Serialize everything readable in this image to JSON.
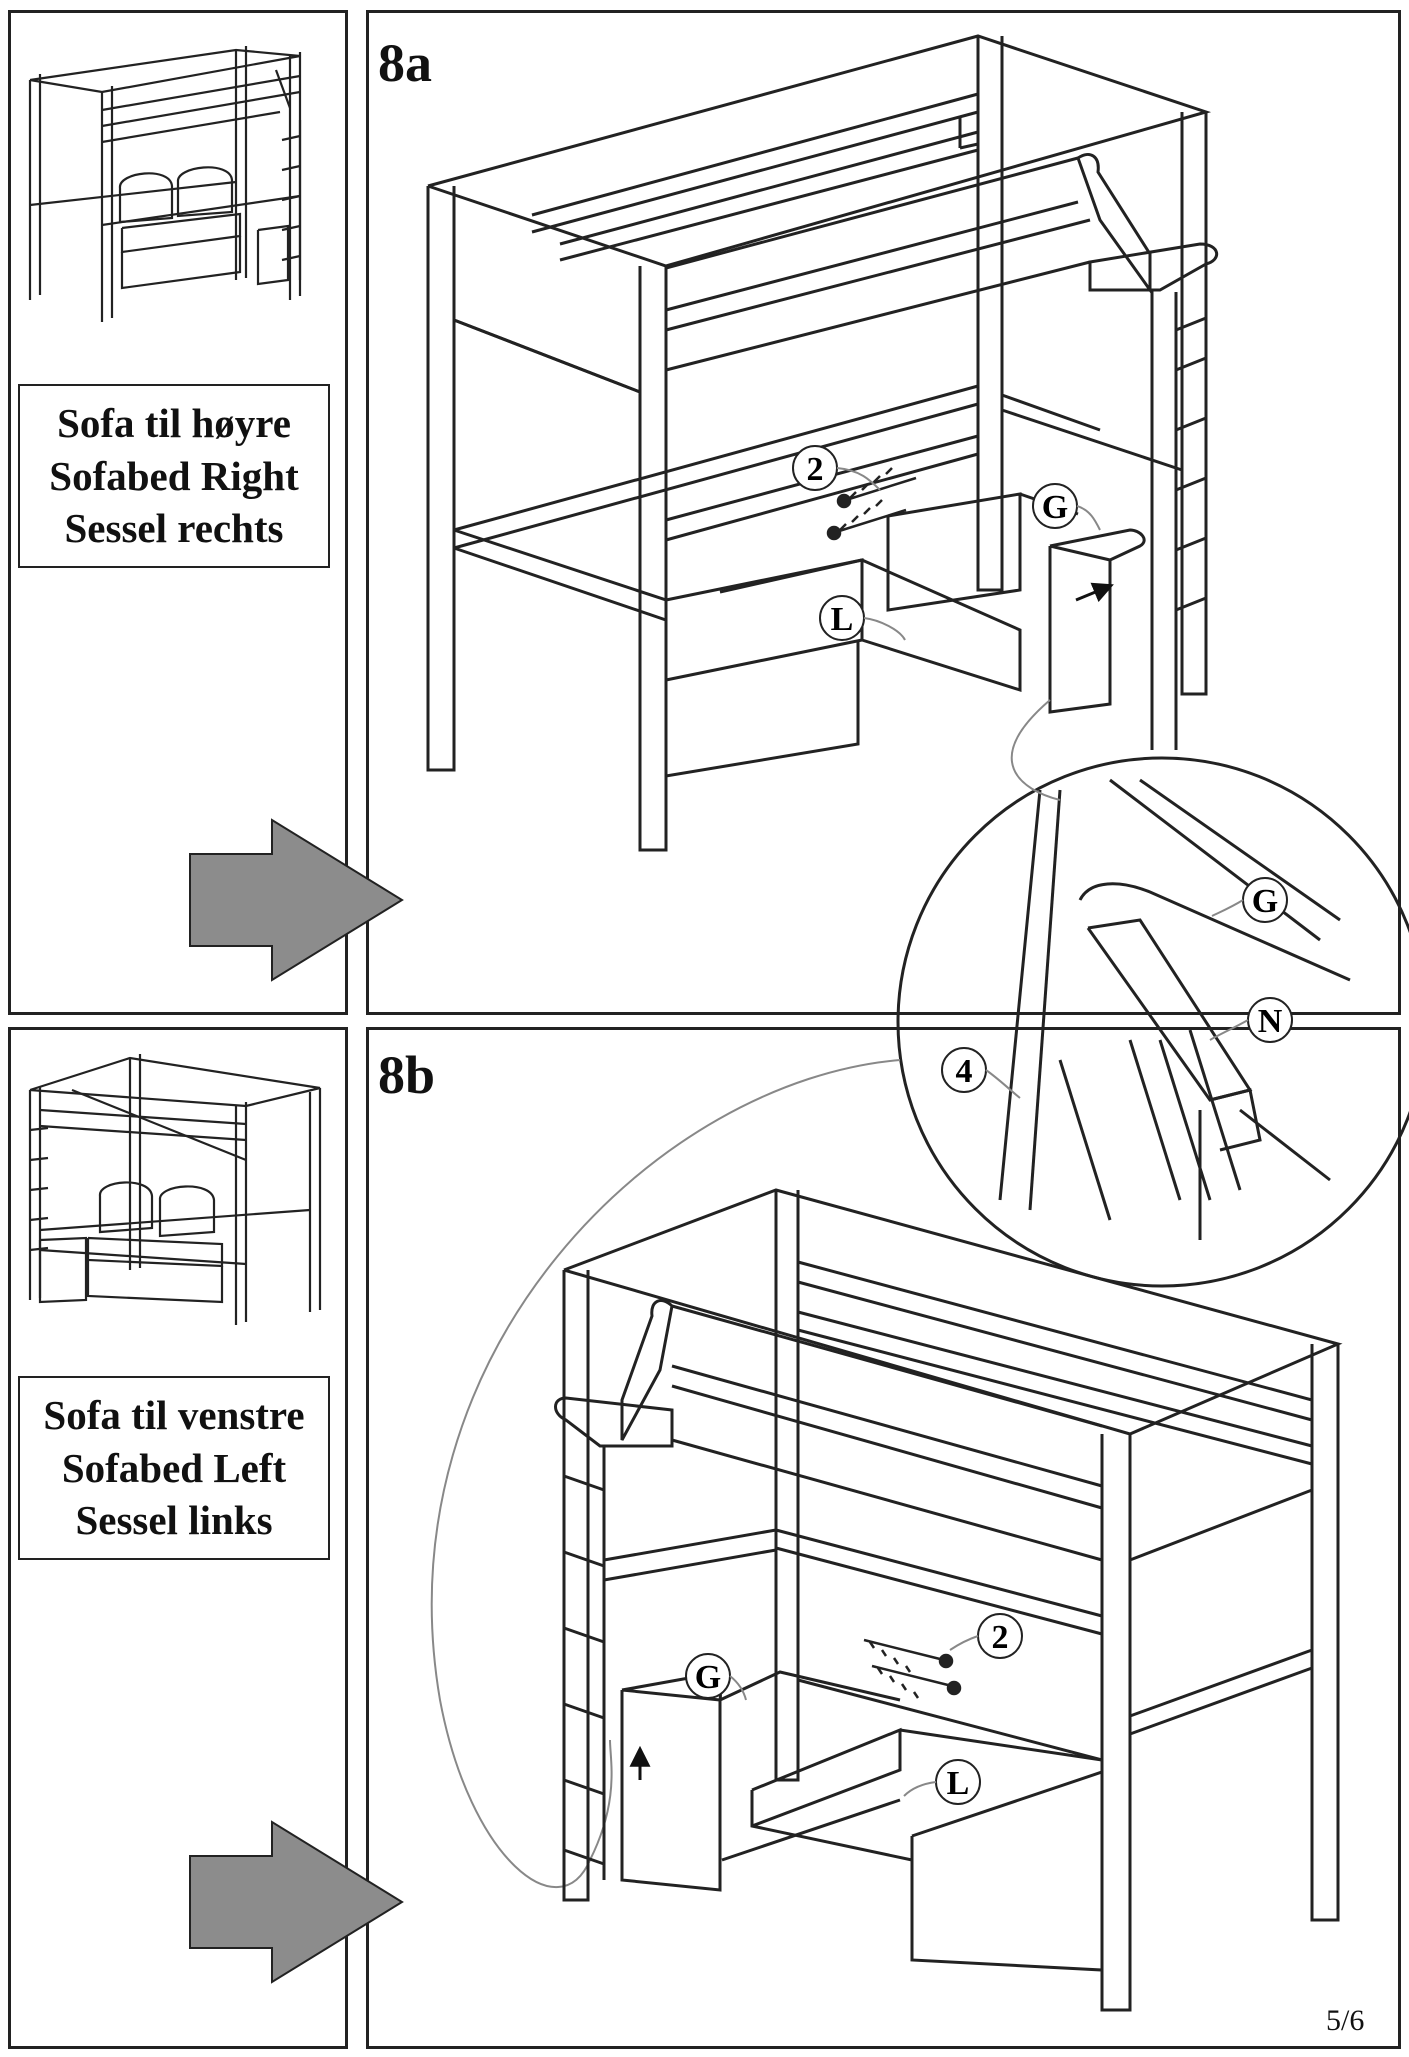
{
  "steps": {
    "a": {
      "title": "8a",
      "variant_lines": [
        "Sofa til høyre",
        "Sofabed Right",
        "Sessel rechts"
      ]
    },
    "b": {
      "title": "8b",
      "variant_lines": [
        "Sofa til venstre",
        "Sofabed Left",
        "Sessel links"
      ]
    }
  },
  "part_labels": {
    "screws_a": "2",
    "part_g": "G",
    "part_l": "L",
    "part_n": "N",
    "dowels": "4",
    "screws_b": "2"
  },
  "page": "5/6",
  "colors": {
    "line": "#222222",
    "arrow": "#8c8c8c",
    "panel_bg": "#ffffff"
  }
}
